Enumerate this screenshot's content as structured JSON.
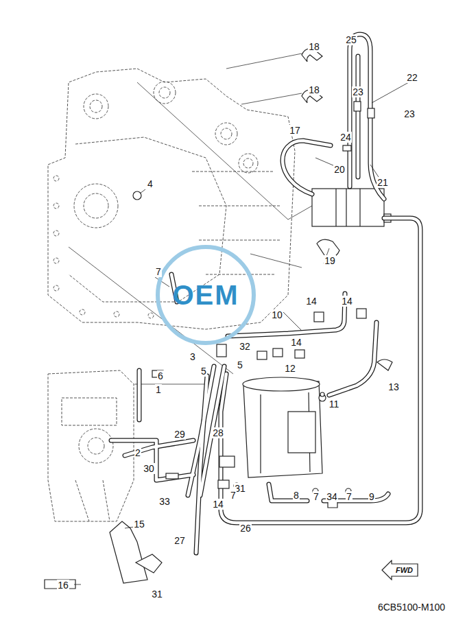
{
  "diagram": {
    "nodes": [
      {
        "text": [
          "FWD"
        ]
      }
    ],
    "labels": [
      "25",
      "18",
      "22",
      "18",
      "23",
      "23",
      "17",
      "24",
      "20",
      "21",
      "4",
      "19",
      "7",
      "14",
      "14",
      "10",
      "14",
      "32",
      "3",
      "5",
      "12",
      "5",
      "6",
      "13",
      "1",
      "11",
      "28",
      "29",
      "2",
      "30",
      "31",
      "7",
      "8",
      "7",
      "34",
      "7",
      "9",
      "33",
      "14",
      "15",
      "26",
      "27",
      "16",
      "31",
      "OEM",
      "6CB5100-M100"
    ]
  }
}
